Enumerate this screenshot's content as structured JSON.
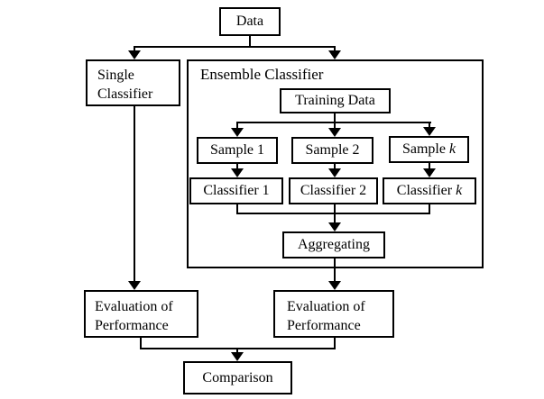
{
  "nodes": {
    "data": {
      "label": "Data"
    },
    "single_classifier": {
      "line1": "Single",
      "line2": "Classifier"
    },
    "ensemble": {
      "label": "Ensemble Classifier"
    },
    "training_data": {
      "label": "Training Data"
    },
    "sample_1": {
      "label": "Sample 1"
    },
    "sample_2": {
      "label": "Sample 2"
    },
    "sample_k": {
      "prefix": "Sample ",
      "k": "k"
    },
    "classifier_1": {
      "label": "Classifier 1"
    },
    "classifier_2": {
      "label": "Classifier 2"
    },
    "classifier_k": {
      "prefix": "Classifier ",
      "k": "k"
    },
    "aggregating": {
      "label": "Aggregating"
    },
    "evaluation_single": {
      "line1": "Evaluation of",
      "line2": "Performance"
    },
    "evaluation_ensemble": {
      "line1": "Evaluation of",
      "line2": "Performance"
    },
    "comparison": {
      "label": "Comparison"
    }
  },
  "edges": [
    {
      "from": "Data",
      "to": "Single Classifier"
    },
    {
      "from": "Data",
      "to": "Ensemble Classifier"
    },
    {
      "from": "Training Data",
      "to": "Sample 1"
    },
    {
      "from": "Training Data",
      "to": "Sample 2"
    },
    {
      "from": "Training Data",
      "to": "Sample k"
    },
    {
      "from": "Sample 1",
      "to": "Classifier 1"
    },
    {
      "from": "Sample 2",
      "to": "Classifier 2"
    },
    {
      "from": "Sample k",
      "to": "Classifier k"
    },
    {
      "from": "Classifier 1",
      "to": "Aggregating"
    },
    {
      "from": "Classifier 2",
      "to": "Aggregating"
    },
    {
      "from": "Classifier k",
      "to": "Aggregating"
    },
    {
      "from": "Single Classifier",
      "to": "Evaluation of Performance (left)"
    },
    {
      "from": "Aggregating",
      "to": "Evaluation of Performance (right)"
    },
    {
      "from": "Evaluation of Performance (left)",
      "to": "Comparison"
    },
    {
      "from": "Evaluation of Performance (right)",
      "to": "Comparison"
    }
  ],
  "colors": {
    "background": "#ffffff",
    "line": "#000000",
    "text": "#000000"
  }
}
